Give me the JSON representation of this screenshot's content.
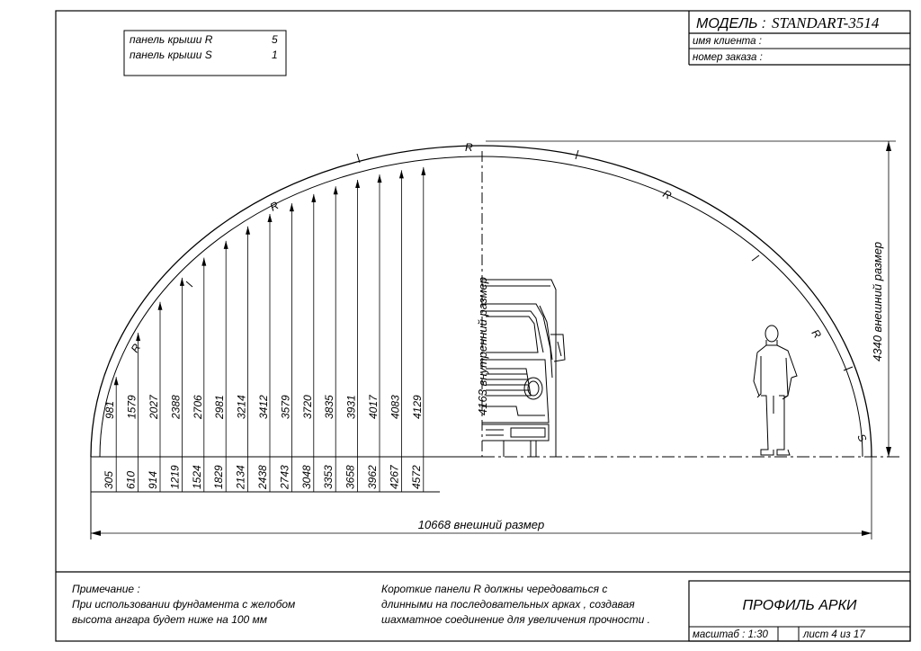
{
  "title_block": {
    "model_label": "МОДЕЛЬ :",
    "model_name": "STANDART-3514",
    "client_label": "имя клиента :",
    "order_label": "номер заказа :",
    "drawing_title": "ПРОФИЛЬ АРКИ",
    "scale_label": "масштаб : 1:30",
    "sheet_label": "лист  4  из  17"
  },
  "panel_table": [
    {
      "name": "панель крыши R",
      "count": "5"
    },
    {
      "name": "панель крыши S",
      "count": "1"
    }
  ],
  "panel_markers": [
    "R",
    "R",
    "R",
    "R",
    "R",
    "S"
  ],
  "heights": [
    "981",
    "1579",
    "2027",
    "2388",
    "2706",
    "2981",
    "3214",
    "3412",
    "3579",
    "3720",
    "3835",
    "3931",
    "4017",
    "4083",
    "4129"
  ],
  "offsets": [
    "305",
    "610",
    "914",
    "1219",
    "1524",
    "1829",
    "2134",
    "2438",
    "2743",
    "3048",
    "3353",
    "3658",
    "3962",
    "4267",
    "4572"
  ],
  "inner_height": "4163  внутренний размер",
  "outer_height": "4340  внешний размер",
  "outer_width": "10668  внешний размер",
  "note": {
    "title": "Примечание :",
    "line1": "При использовании фундамента с желобом",
    "line2": "высота ангара будет ниже на  100  мм"
  },
  "remark": {
    "line1": "Короткие панели  R  должны чередоваться  с",
    "line2": "длинными на последовательных арках , создавая",
    "line3": "шахматное соединение для увеличения прочности ."
  }
}
